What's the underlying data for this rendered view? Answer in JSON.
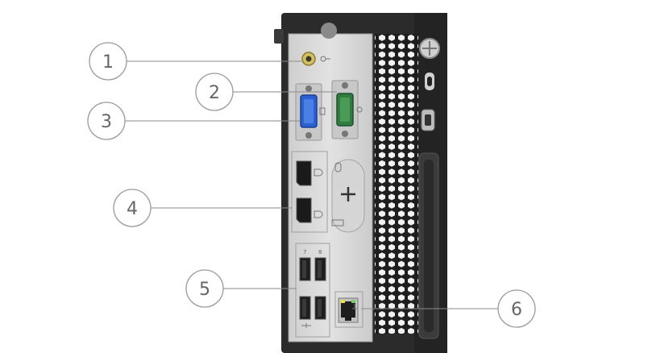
{
  "diagram": {
    "callouts": [
      {
        "number": "1",
        "part": "audio-port"
      },
      {
        "number": "2",
        "part": "serial-port"
      },
      {
        "number": "3",
        "part": "vga-port"
      },
      {
        "number": "4",
        "part": "displayport-connectors"
      },
      {
        "number": "5",
        "part": "usb-ports"
      },
      {
        "number": "6",
        "part": "ethernet-port"
      }
    ],
    "port_labels": {
      "usb_top_left": "7",
      "usb_top_right": "8"
    },
    "colors": {
      "chassis": "#2b2b2b",
      "io_plate": "#d8d8d8",
      "vga": "#2c5fd0",
      "serial": "#2f7d3e",
      "audio": "#b8a03a",
      "ethernet_led": "#e6e04a"
    }
  }
}
